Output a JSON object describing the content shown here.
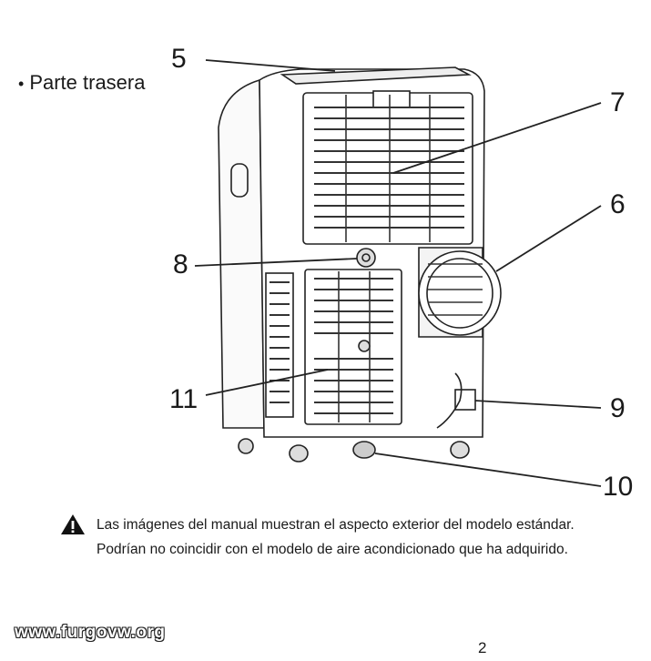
{
  "heading": {
    "bullet": "•",
    "text": "Parte trasera"
  },
  "callouts": [
    {
      "id": "5",
      "label": "5"
    },
    {
      "id": "7",
      "label": "7"
    },
    {
      "id": "6",
      "label": "6"
    },
    {
      "id": "8",
      "label": "8"
    },
    {
      "id": "11",
      "label": "11"
    },
    {
      "id": "9",
      "label": "9"
    },
    {
      "id": "10",
      "label": "10"
    }
  ],
  "warning": {
    "icon": "warning-triangle-icon",
    "line1": "Las imágenes del manual muestran el aspecto exterior del modelo estándar.",
    "line2": "Podrían no coincidir con el modelo de aire acondicionado que ha adquirido."
  },
  "watermark": "www.furgovw.org",
  "page_number": "2"
}
